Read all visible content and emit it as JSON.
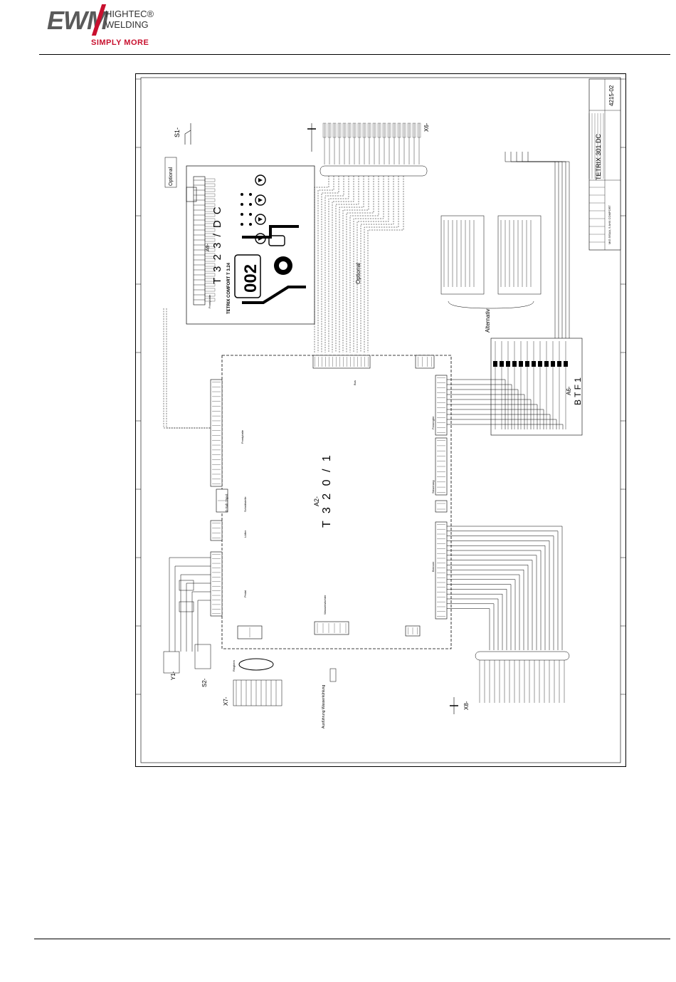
{
  "brand": {
    "logo_text": "EWM",
    "line1": "HIGHTEC®",
    "line2": "WELDING",
    "tagline": "SIMPLY MORE"
  },
  "diagram": {
    "title_block": {
      "product": "TETRIX 301 DC",
      "subtitle": "MIG 5/SAA, 5 AHX COMFORT",
      "drawing_number": "4215-02"
    },
    "modules": {
      "a9": "A9-",
      "a9_name": "T 3 2 3 / D C",
      "a2": "A2-",
      "a2_name": "T 3 2 0 / 1",
      "a6": "A6-",
      "a6_name": "B T F 1",
      "x6": "X6-",
      "x7": "X7-",
      "x8": "X8-",
      "s1": "S1-",
      "s2": "S2-",
      "y1": "Y1-"
    },
    "labels": {
      "optional_1": "Optional",
      "optional_2": "Optional",
      "alternativ": "Alternativ",
      "display": "002",
      "display_brand": "TETRIX COMFORT   T 3.24",
      "frontplatte": "Frontplatte",
      "ringkern": "Ringkern",
      "sub_d": "D-Sub 15pol.",
      "schnittstelle": "Schnittstelle",
      "luefter": "Lüfter",
      "pedal": "Pedal",
      "ausfuehrung": "Ausführung Wasserkühlung",
      "wasser": "Wasserwächter",
      "fernregler": "Fernregler",
      "steuerung": "Steuerung",
      "brenner": "Brenner",
      "bus": "Bus"
    }
  }
}
